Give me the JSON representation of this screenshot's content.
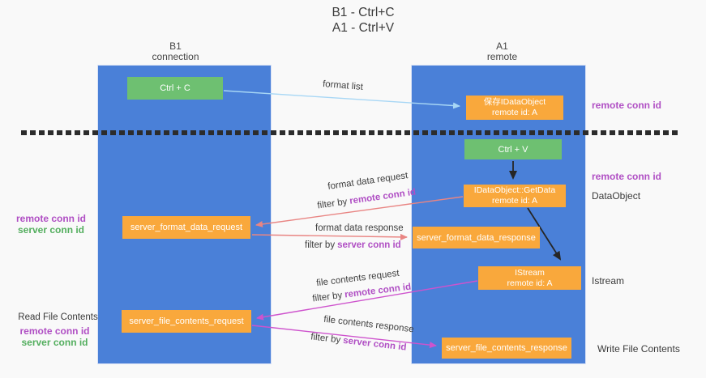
{
  "title": {
    "line1": "B1 - Ctrl+C",
    "line2": "A1 - Ctrl+V"
  },
  "lanes": {
    "left": {
      "title": "B1",
      "subtitle": "connection"
    },
    "right": {
      "title": "A1",
      "subtitle": "remote"
    }
  },
  "nodes": {
    "ctrl_c": {
      "label": "Ctrl + C"
    },
    "save_idataobject": {
      "line1": "保存IDataObject",
      "line2": "remote id: A"
    },
    "ctrl_v": {
      "label": "Ctrl + V"
    },
    "idataobject_getdata": {
      "line1": "IDataObject::GetData",
      "line2": "remote id: A"
    },
    "server_format_data_request": {
      "label": "server_format_data_request"
    },
    "server_format_data_response": {
      "label": "server_format_data_response"
    },
    "istream_node": {
      "line1": "IStream",
      "line2": "remote id: A"
    },
    "server_file_contents_request": {
      "label": "server_file_contents_request"
    },
    "server_file_contents_response": {
      "label": "server_file_contents_response"
    }
  },
  "edge_labels": {
    "format_list": "format list",
    "format_data_request": "format data request",
    "format_data_response": "format data response",
    "file_contents_request": "file contents request",
    "file_contents_response": "file contents response",
    "filter_by": "filter by",
    "remote_conn_id": "remote conn id",
    "server_conn_id": "server conn id"
  },
  "side_labels": {
    "right_remote_conn_id_top": "remote conn id",
    "right_remote_conn_id_mid": "remote conn id",
    "data_object": "DataObject",
    "istream": "Istream",
    "write_file_contents": "Write File Contents",
    "read_file_contents": "Read File Contents",
    "left_remote_conn_id_top": "remote conn id",
    "left_server_conn_id_top": "server conn id",
    "left_remote_conn_id_bottom": "remote conn id",
    "left_server_conn_id_bottom": "server conn id"
  },
  "colors": {
    "lane_blue": "#4a80d8",
    "node_green": "#6ec071",
    "node_orange": "#f9a83c",
    "purple_label": "#b04fc4",
    "green_label": "#53ae5e",
    "salmon_arrow": "#e98583",
    "magenta_arrow": "#ce53cd",
    "light_blue_arrow": "#a8d7f5",
    "black_arrow": "#262626",
    "background": "#f9f9f9"
  }
}
